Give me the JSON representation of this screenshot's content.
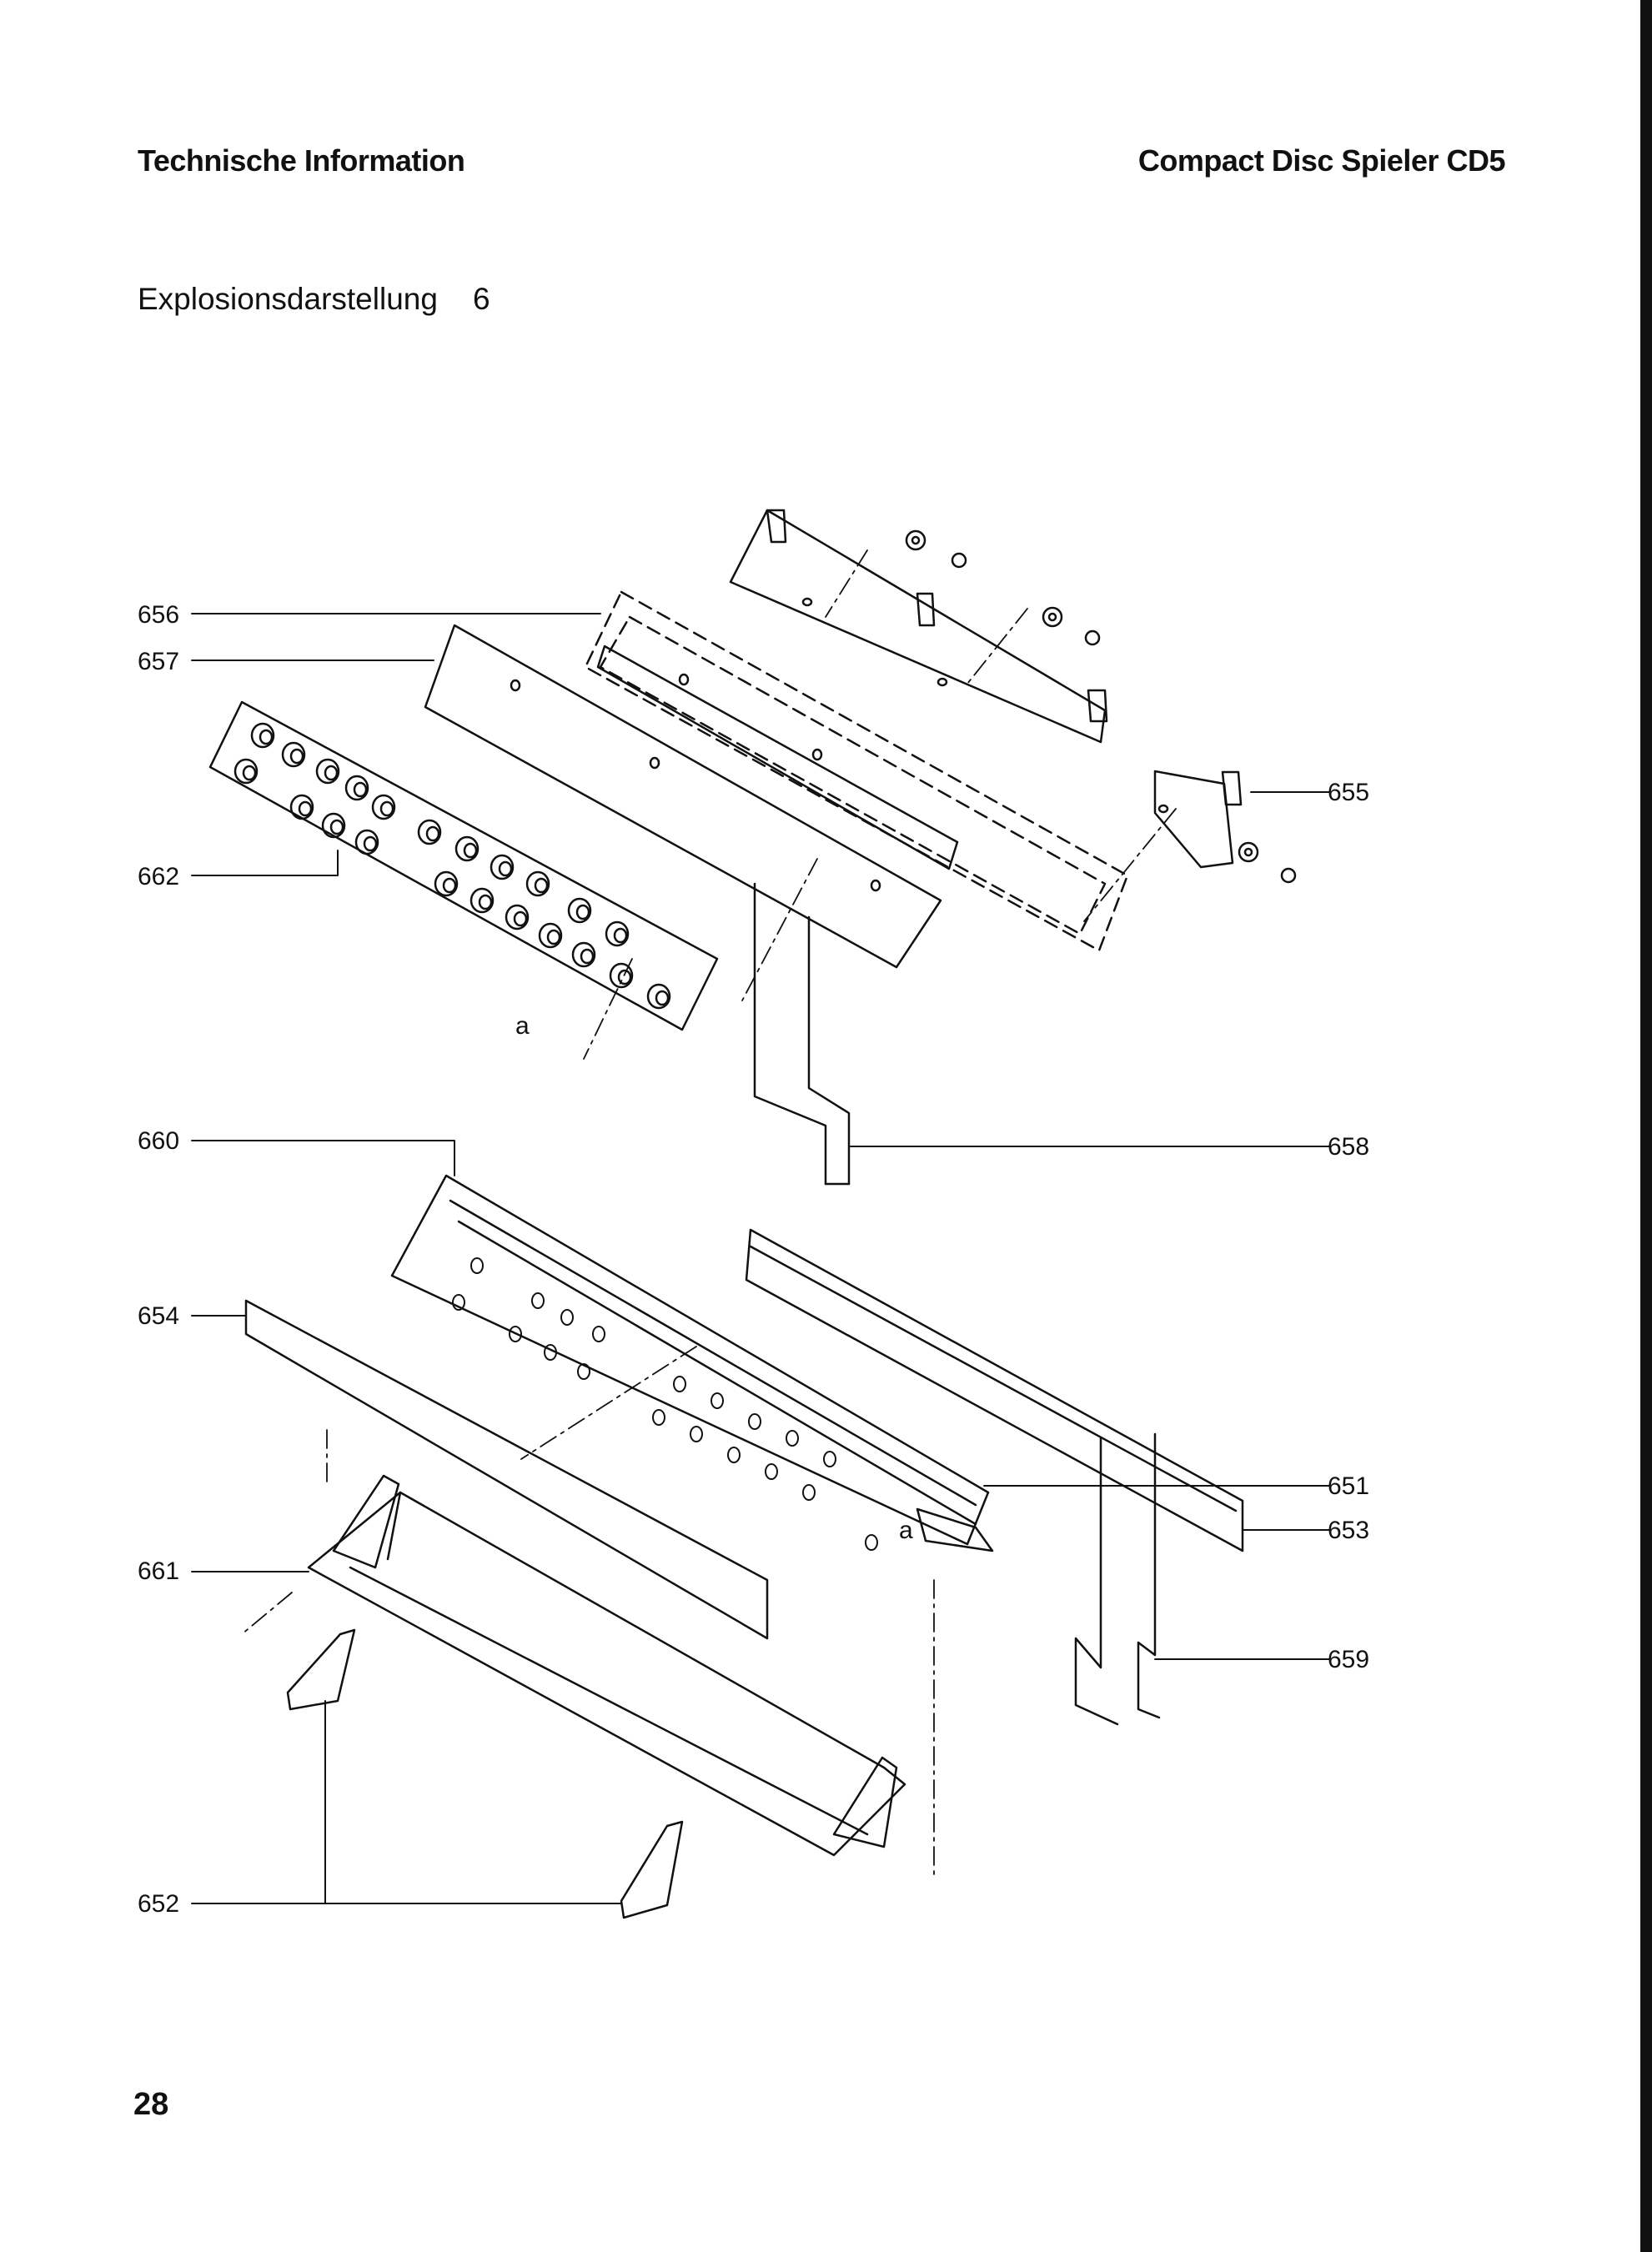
{
  "header": {
    "left": "Technische Information",
    "right": "Compact Disc Spieler CD5"
  },
  "subtitle": {
    "text": "Explosionsdarstellung",
    "number": "6"
  },
  "page_number": "28",
  "labels": {
    "p656": "656",
    "p657": "657",
    "p662": "662",
    "p655": "655",
    "p660": "660",
    "p658": "658",
    "p654": "654",
    "p661": "661",
    "p651": "651",
    "p653": "653",
    "p659": "659",
    "p652": "652",
    "marker_a_top": "a",
    "marker_a_bottom": "a"
  }
}
